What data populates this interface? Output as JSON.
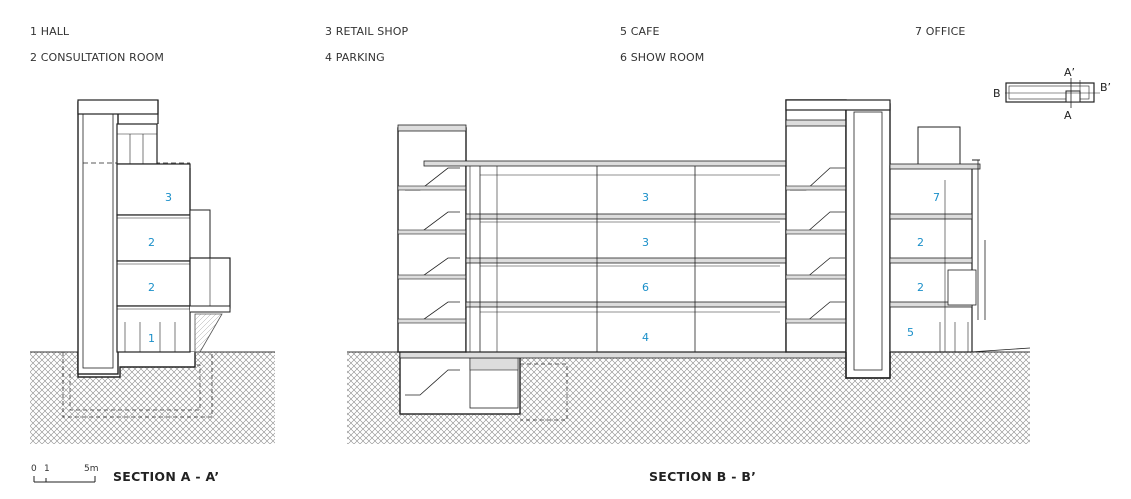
{
  "legend": [
    {
      "id": "1",
      "text": "1 HALL"
    },
    {
      "id": "2",
      "text": "2 CONSULTATION ROOM"
    },
    {
      "id": "3",
      "text": "3 RETAIL SHOP"
    },
    {
      "id": "4",
      "text": "4 PARKING"
    },
    {
      "id": "5",
      "text": "5 CAFE"
    },
    {
      "id": "6",
      "text": "6 SHOW ROOM"
    },
    {
      "id": "7",
      "text": "7 OFFICE"
    }
  ],
  "captions": {
    "section_a": "SECTION A - A’",
    "section_b": "SECTION B - B’"
  },
  "scale": {
    "zero": "0",
    "one": "1",
    "five": "5m"
  },
  "key_plan": {
    "a": "A",
    "a_prime": "A’",
    "b": "B",
    "b_prime": "B’"
  },
  "section_a_rooms": {
    "r1": "3",
    "r2": "2",
    "r3": "2",
    "r4": "1"
  },
  "section_b_rooms": {
    "mid1": "3",
    "mid2": "3",
    "mid3": "6",
    "mid4": "4",
    "right1": "7",
    "right2": "2",
    "right3": "2",
    "right4": "5"
  },
  "colors": {
    "line": "#222222",
    "room_label": "#1a8fc9",
    "hatch": "#777777"
  }
}
